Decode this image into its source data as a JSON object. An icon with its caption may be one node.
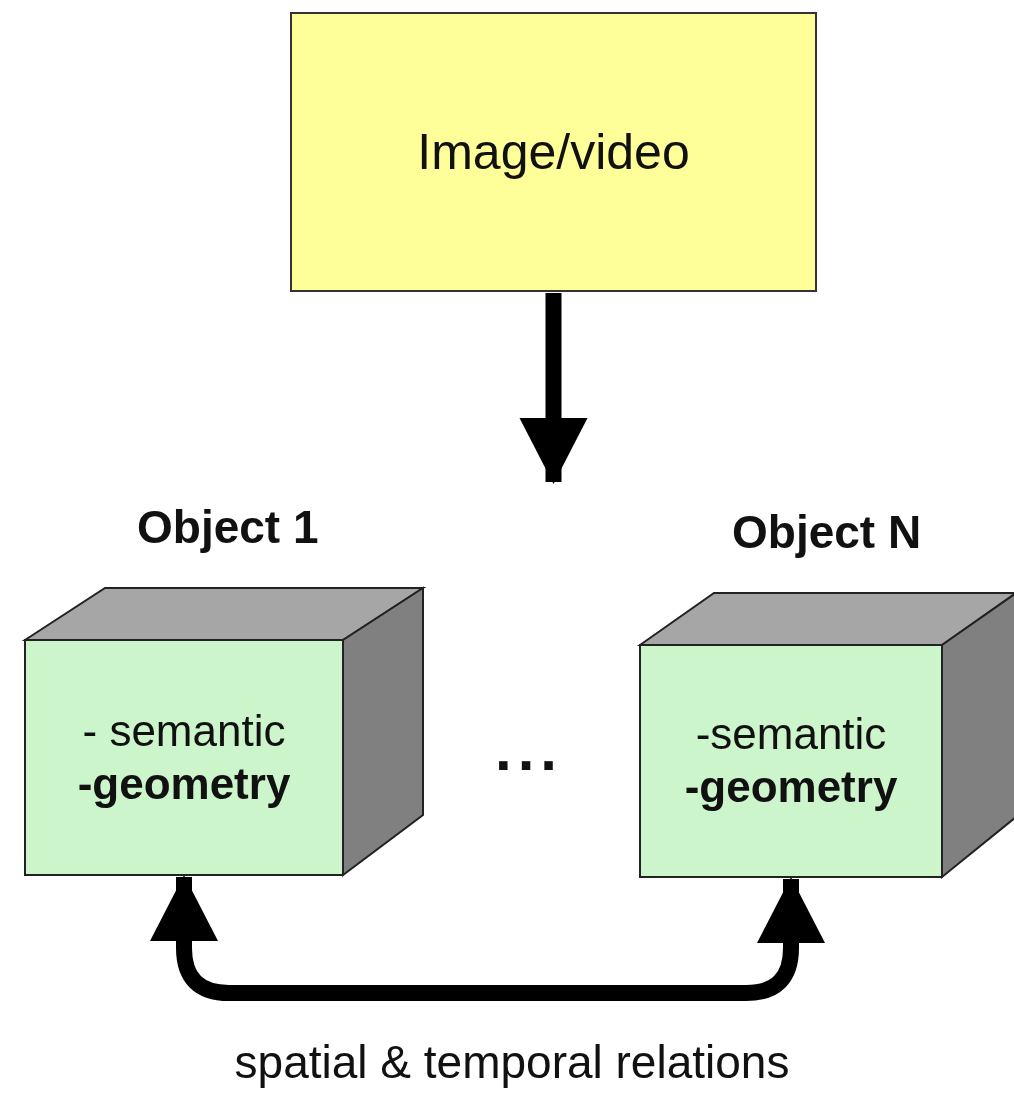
{
  "diagram": {
    "nodes": [
      {
        "text": [
          "Image/video"
        ]
      },
      {
        "text": [
          "Object 1",
          "- semantic",
          "-geometry"
        ]
      },
      {
        "text": [
          "Object N",
          "-semantic",
          "-geometry"
        ]
      }
    ],
    "edges": [
      {
        "from": 0,
        "to": null,
        "arrow": "to"
      },
      {
        "from": 1,
        "to": 2,
        "arrow": "both",
        "label": "spatial & temporal relations"
      }
    ],
    "labels": [
      "..."
    ]
  }
}
